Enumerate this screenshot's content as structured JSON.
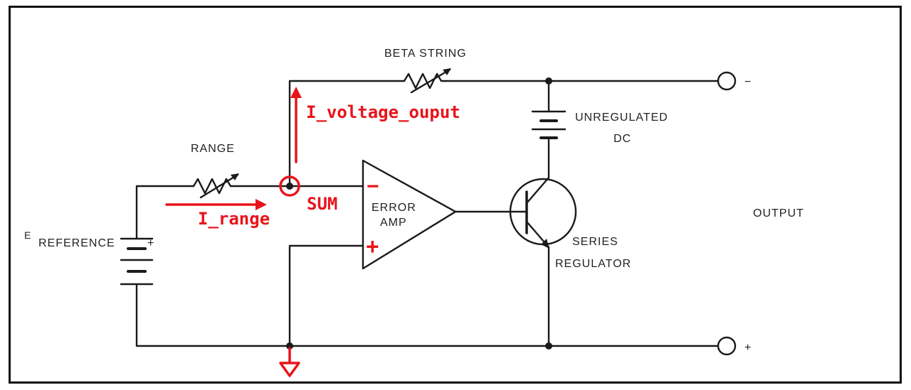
{
  "labels": {
    "beta_string": "BETA STRING",
    "range": "RANGE",
    "unregulated": "UNREGULATED",
    "dc": "DC",
    "error": "ERROR",
    "amp": "AMP",
    "series": "SERIES",
    "regulator": "REGULATOR",
    "output": "OUTPUT",
    "e_symbol": "E",
    "reference": "REFERENCE",
    "ref_plus": "+",
    "out_minus": "−",
    "out_plus": "+"
  },
  "annotations": {
    "i_voltage_output": "I_voltage_ouput",
    "i_range": "I_range",
    "sum": "SUM",
    "amp_minus": "−",
    "amp_plus": "+"
  },
  "colors": {
    "annotation": "#e8141b",
    "wire": "#1a1a1a"
  }
}
